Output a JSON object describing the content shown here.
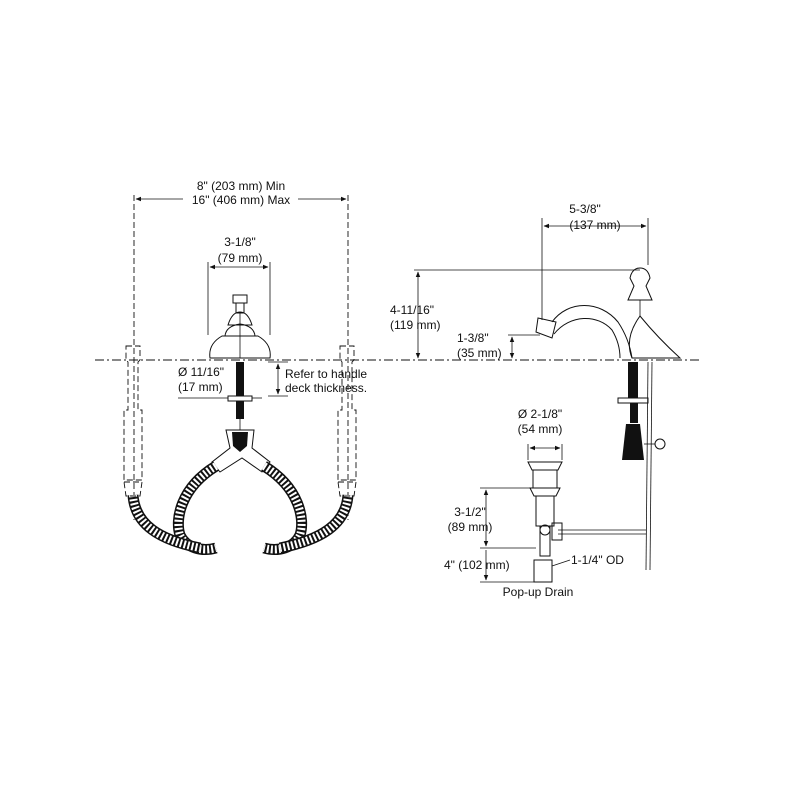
{
  "labels": {
    "spread_min": "8\" (203 mm) Min",
    "spread_max": "16\" (406 mm) Max",
    "handle_width_in": "3-1/8\"",
    "handle_width_mm": "(79 mm)",
    "hole_dia_in": "Ø 11/16\"",
    "hole_dia_mm": "(17 mm)",
    "deck_note_1": "Refer to handle",
    "deck_note_2": "deck thickness.",
    "spout_reach_in": "5-3/8\"",
    "spout_reach_mm": "(137 mm)",
    "overall_height_in": "4-11/16\"",
    "overall_height_mm": "(119 mm)",
    "spout_height_in": "1-3/8\"",
    "spout_height_mm": "(35 mm)",
    "drain_dia_in": "Ø 2-1/8\"",
    "drain_dia_mm": "(54 mm)",
    "drain_len_in": "3-1/2\"",
    "drain_len_mm": "(89 mm)",
    "drain_total": "4\" (102 mm)",
    "tailpiece_od": "1-1/4\" OD",
    "drain_title": "Pop-up Drain"
  }
}
